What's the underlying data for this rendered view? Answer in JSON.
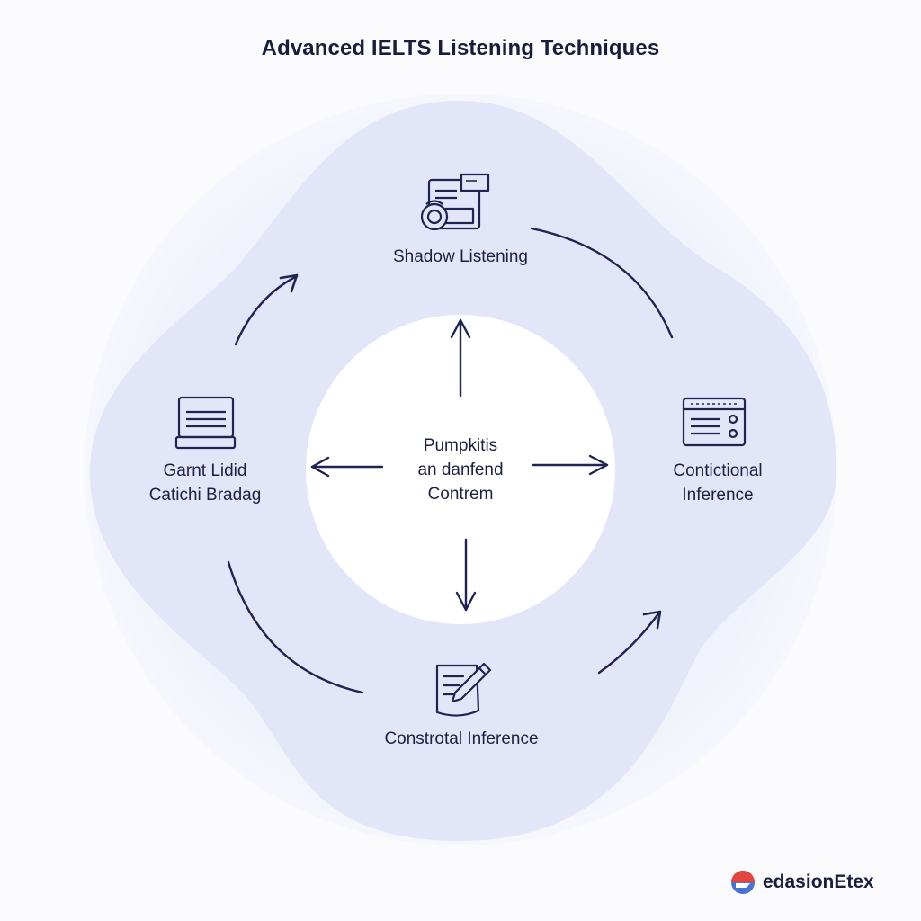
{
  "title": "Advanced IELTS Listening Techniques",
  "center": {
    "lines": [
      "Pumpkitis",
      "an danfend",
      "Contrem"
    ]
  },
  "nodes": {
    "top": {
      "label": "Shadow Listening",
      "icon": "audio-player-icon"
    },
    "left": {
      "lines": [
        "Garnt Lidid",
        "Catichi Bradag"
      ],
      "icon": "laptop-icon"
    },
    "right": {
      "lines": [
        "Contictional",
        "Inference"
      ],
      "icon": "browser-window-icon"
    },
    "bottom": {
      "label": "Constrotal Inference",
      "icon": "document-pen-icon"
    }
  },
  "brand": {
    "name": "edasionEtex",
    "icon": "logo-icon"
  },
  "colors": {
    "background": "#fbfbfd",
    "ring_outer": "#eef0fb",
    "ring_inner": "#e3e6f8",
    "center": "#ffffff",
    "stroke": "#1f2550",
    "logo_red": "#e3453f",
    "logo_blue": "#4a73d1"
  }
}
